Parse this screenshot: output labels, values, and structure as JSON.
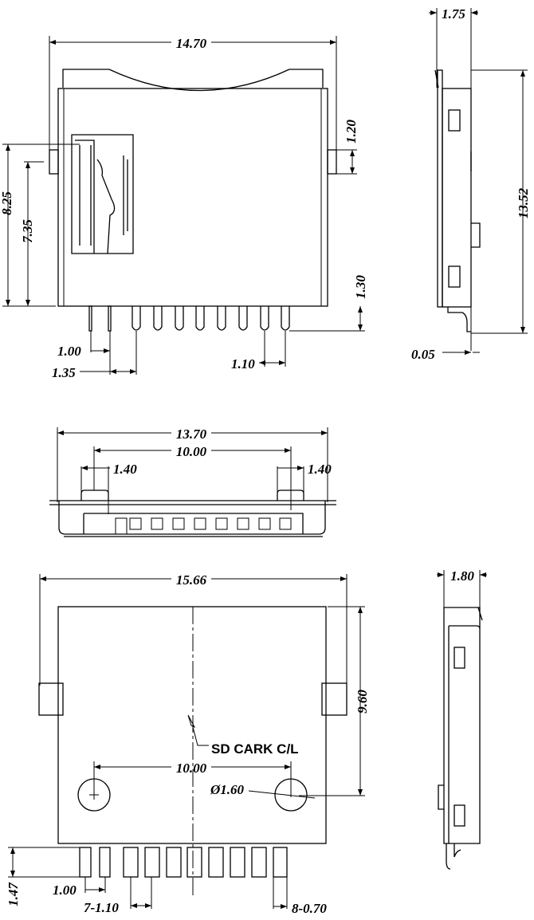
{
  "top_view": {
    "width": "14.70",
    "tab": "1.20",
    "h1": "8.25",
    "h2": "7.35",
    "pin_len": "1.30",
    "pitch_a": "1.00",
    "pitch_b": "1.35",
    "pitch_c": "1.10"
  },
  "side_view_top": {
    "thickness": "1.75",
    "length": "13.52",
    "offset": "0.05"
  },
  "front_view": {
    "width": "13.70",
    "peg_span": "10.00",
    "peg_left": "1.40",
    "peg_right": "1.40"
  },
  "bottom_view": {
    "width": "15.66",
    "height": "9.60",
    "hole_span": "10.00",
    "centerline_note": "SD CARK C/L",
    "hole_dia": "Ø1.60",
    "pad_len": "1.47",
    "pad_pitch_a": "1.00",
    "pad_pitch_b": "7-1.10",
    "pad_width": "8-0.70"
  },
  "side_view_bottom": {
    "thickness": "1.80"
  }
}
